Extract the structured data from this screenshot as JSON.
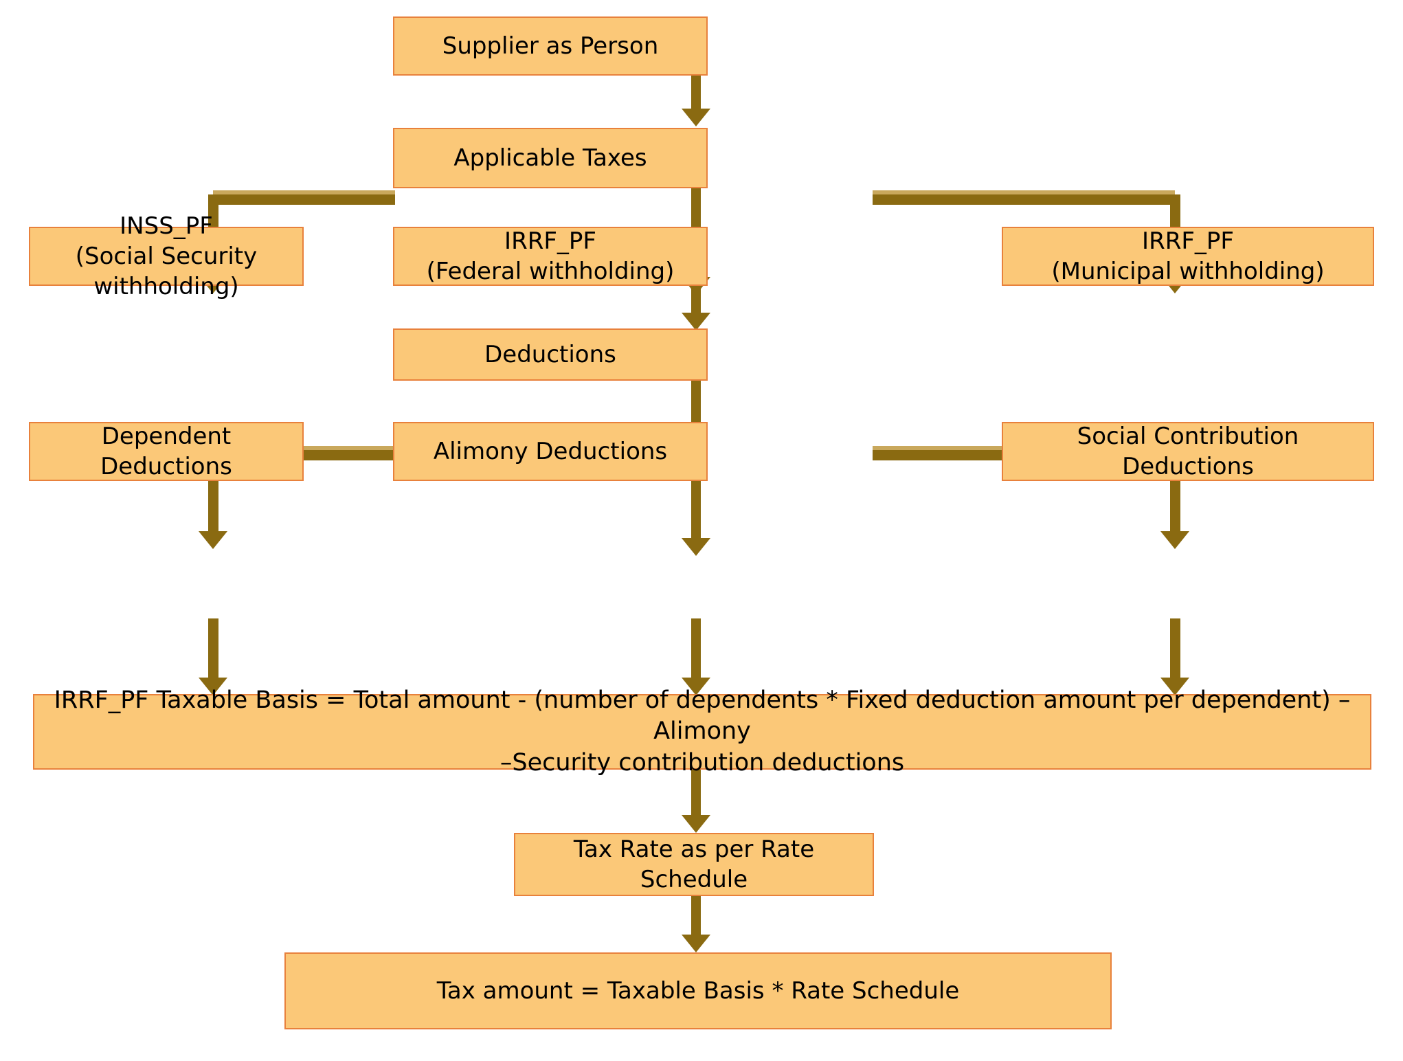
{
  "diagram": {
    "title": "Supplier as Person tax withholding flow",
    "colors": {
      "box_fill": "#FBC878",
      "box_border": "#E8813C",
      "connector": "#8A6A11",
      "text": "#000000",
      "background": "#FFFFFF"
    },
    "nodes": [
      {
        "id": "supplier",
        "label": "Supplier as Person"
      },
      {
        "id": "applicable-taxes",
        "label": "Applicable Taxes"
      },
      {
        "id": "inss-pf",
        "line1": "INSS_PF",
        "line2": "(Social Security withholding)"
      },
      {
        "id": "irrf-pf-federal",
        "line1": "IRRF_PF",
        "line2": "(Federal withholding)"
      },
      {
        "id": "irrf-pf-municipal",
        "line1": "IRRF_PF",
        "line2": "(Municipal withholding)"
      },
      {
        "id": "deductions",
        "label": "Deductions"
      },
      {
        "id": "dependent-deductions",
        "line1": "Dependent",
        "line2": "Deductions"
      },
      {
        "id": "alimony-deductions",
        "label": "Alimony Deductions"
      },
      {
        "id": "social-contribution-deductions",
        "line1": "Social Contribution",
        "line2": "Deductions"
      },
      {
        "id": "taxable-basis-formula",
        "line1": "IRRF_PF Taxable Basis = Total amount - (number of dependents * Fixed deduction amount per dependent) – Alimony",
        "line2": "–Security contribution deductions"
      },
      {
        "id": "tax-rate",
        "label": "Tax Rate as per Rate Schedule"
      },
      {
        "id": "tax-amount",
        "label": "Tax amount = Taxable Basis * Rate Schedule"
      }
    ]
  }
}
